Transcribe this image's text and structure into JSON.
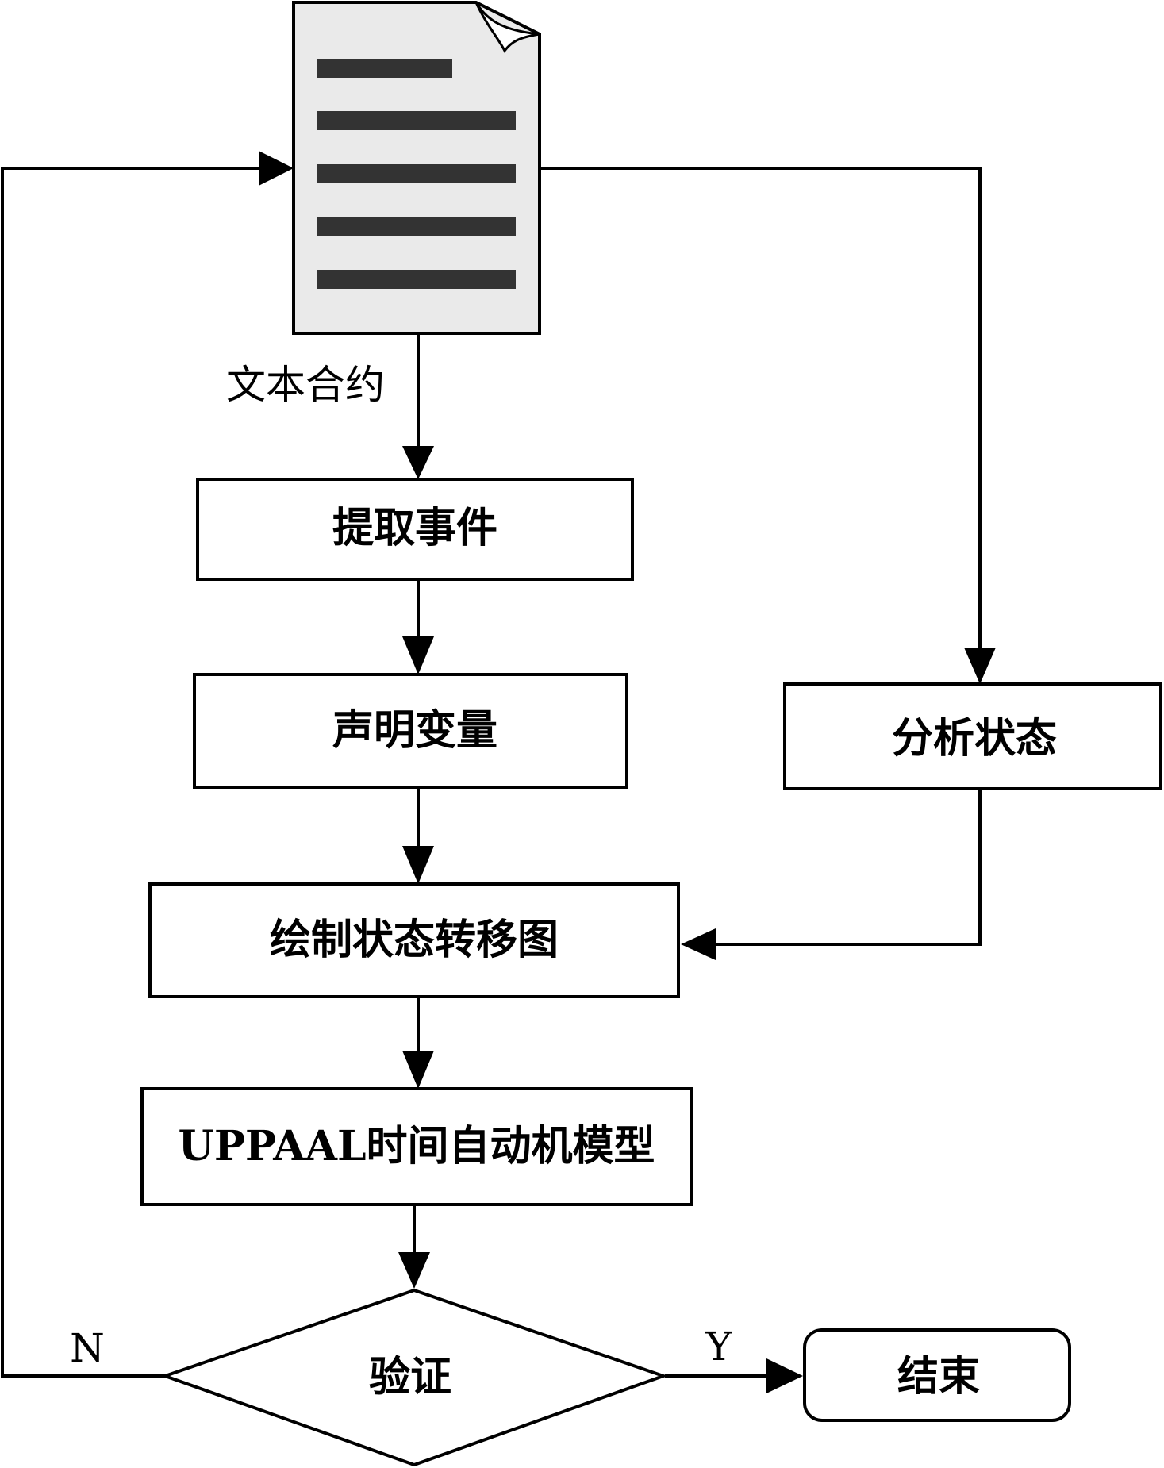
{
  "diagram": {
    "document_label": "文本合约",
    "steps": {
      "extract_events": "提取事件",
      "declare_variables": "声明变量",
      "analyze_states": "分析状态",
      "draw_state_diagram": "绘制状态转移图",
      "uppaal_model": "UPPAAL时间自动机模型",
      "verify": "验证",
      "end": "结束"
    },
    "branches": {
      "no": "N",
      "yes": "Y"
    }
  }
}
